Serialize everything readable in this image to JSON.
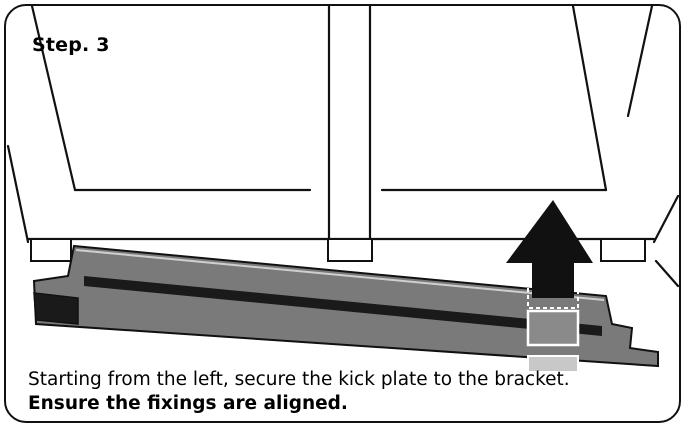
{
  "step": {
    "label": "Step. 3"
  },
  "instructions": {
    "line1": "Starting from the left, secure the kick plate to the bracket.",
    "line2": "Ensure the fixings are aligned."
  },
  "colors": {
    "outline": "#111111",
    "kick_plate": "#7a7a7a",
    "kick_plate_dark": "#1a1a1a",
    "arrow": "#111111",
    "fixing_marker": "#8a8a8a",
    "fixing_highlight": "#ffffff"
  },
  "icons": {
    "direction": "up-arrow-icon"
  }
}
